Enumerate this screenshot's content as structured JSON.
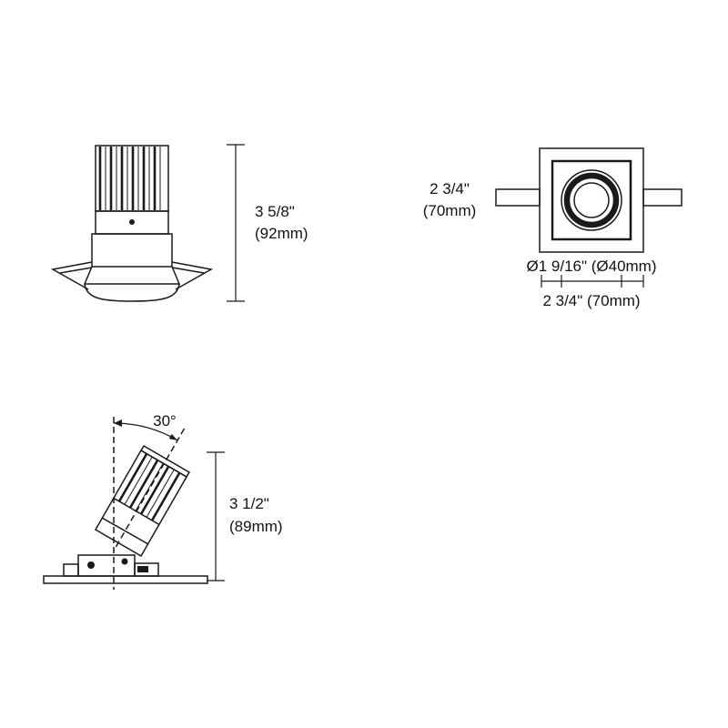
{
  "diagram": {
    "side_view": {
      "height_in": "3 5/8\"",
      "height_mm": "(92mm)"
    },
    "front_view": {
      "height_in": "2 3/4\"",
      "height_mm": "(70mm)",
      "lens_diameter": "Ø1 9/16\" (Ø40mm)",
      "width": "2 3/4\" (70mm)"
    },
    "tilt_view": {
      "angle": "30°",
      "height_in": "3 1/2\"",
      "height_mm": "(89mm)"
    }
  },
  "colors": {
    "line": "#1a1a1a",
    "background": "#ffffff"
  }
}
